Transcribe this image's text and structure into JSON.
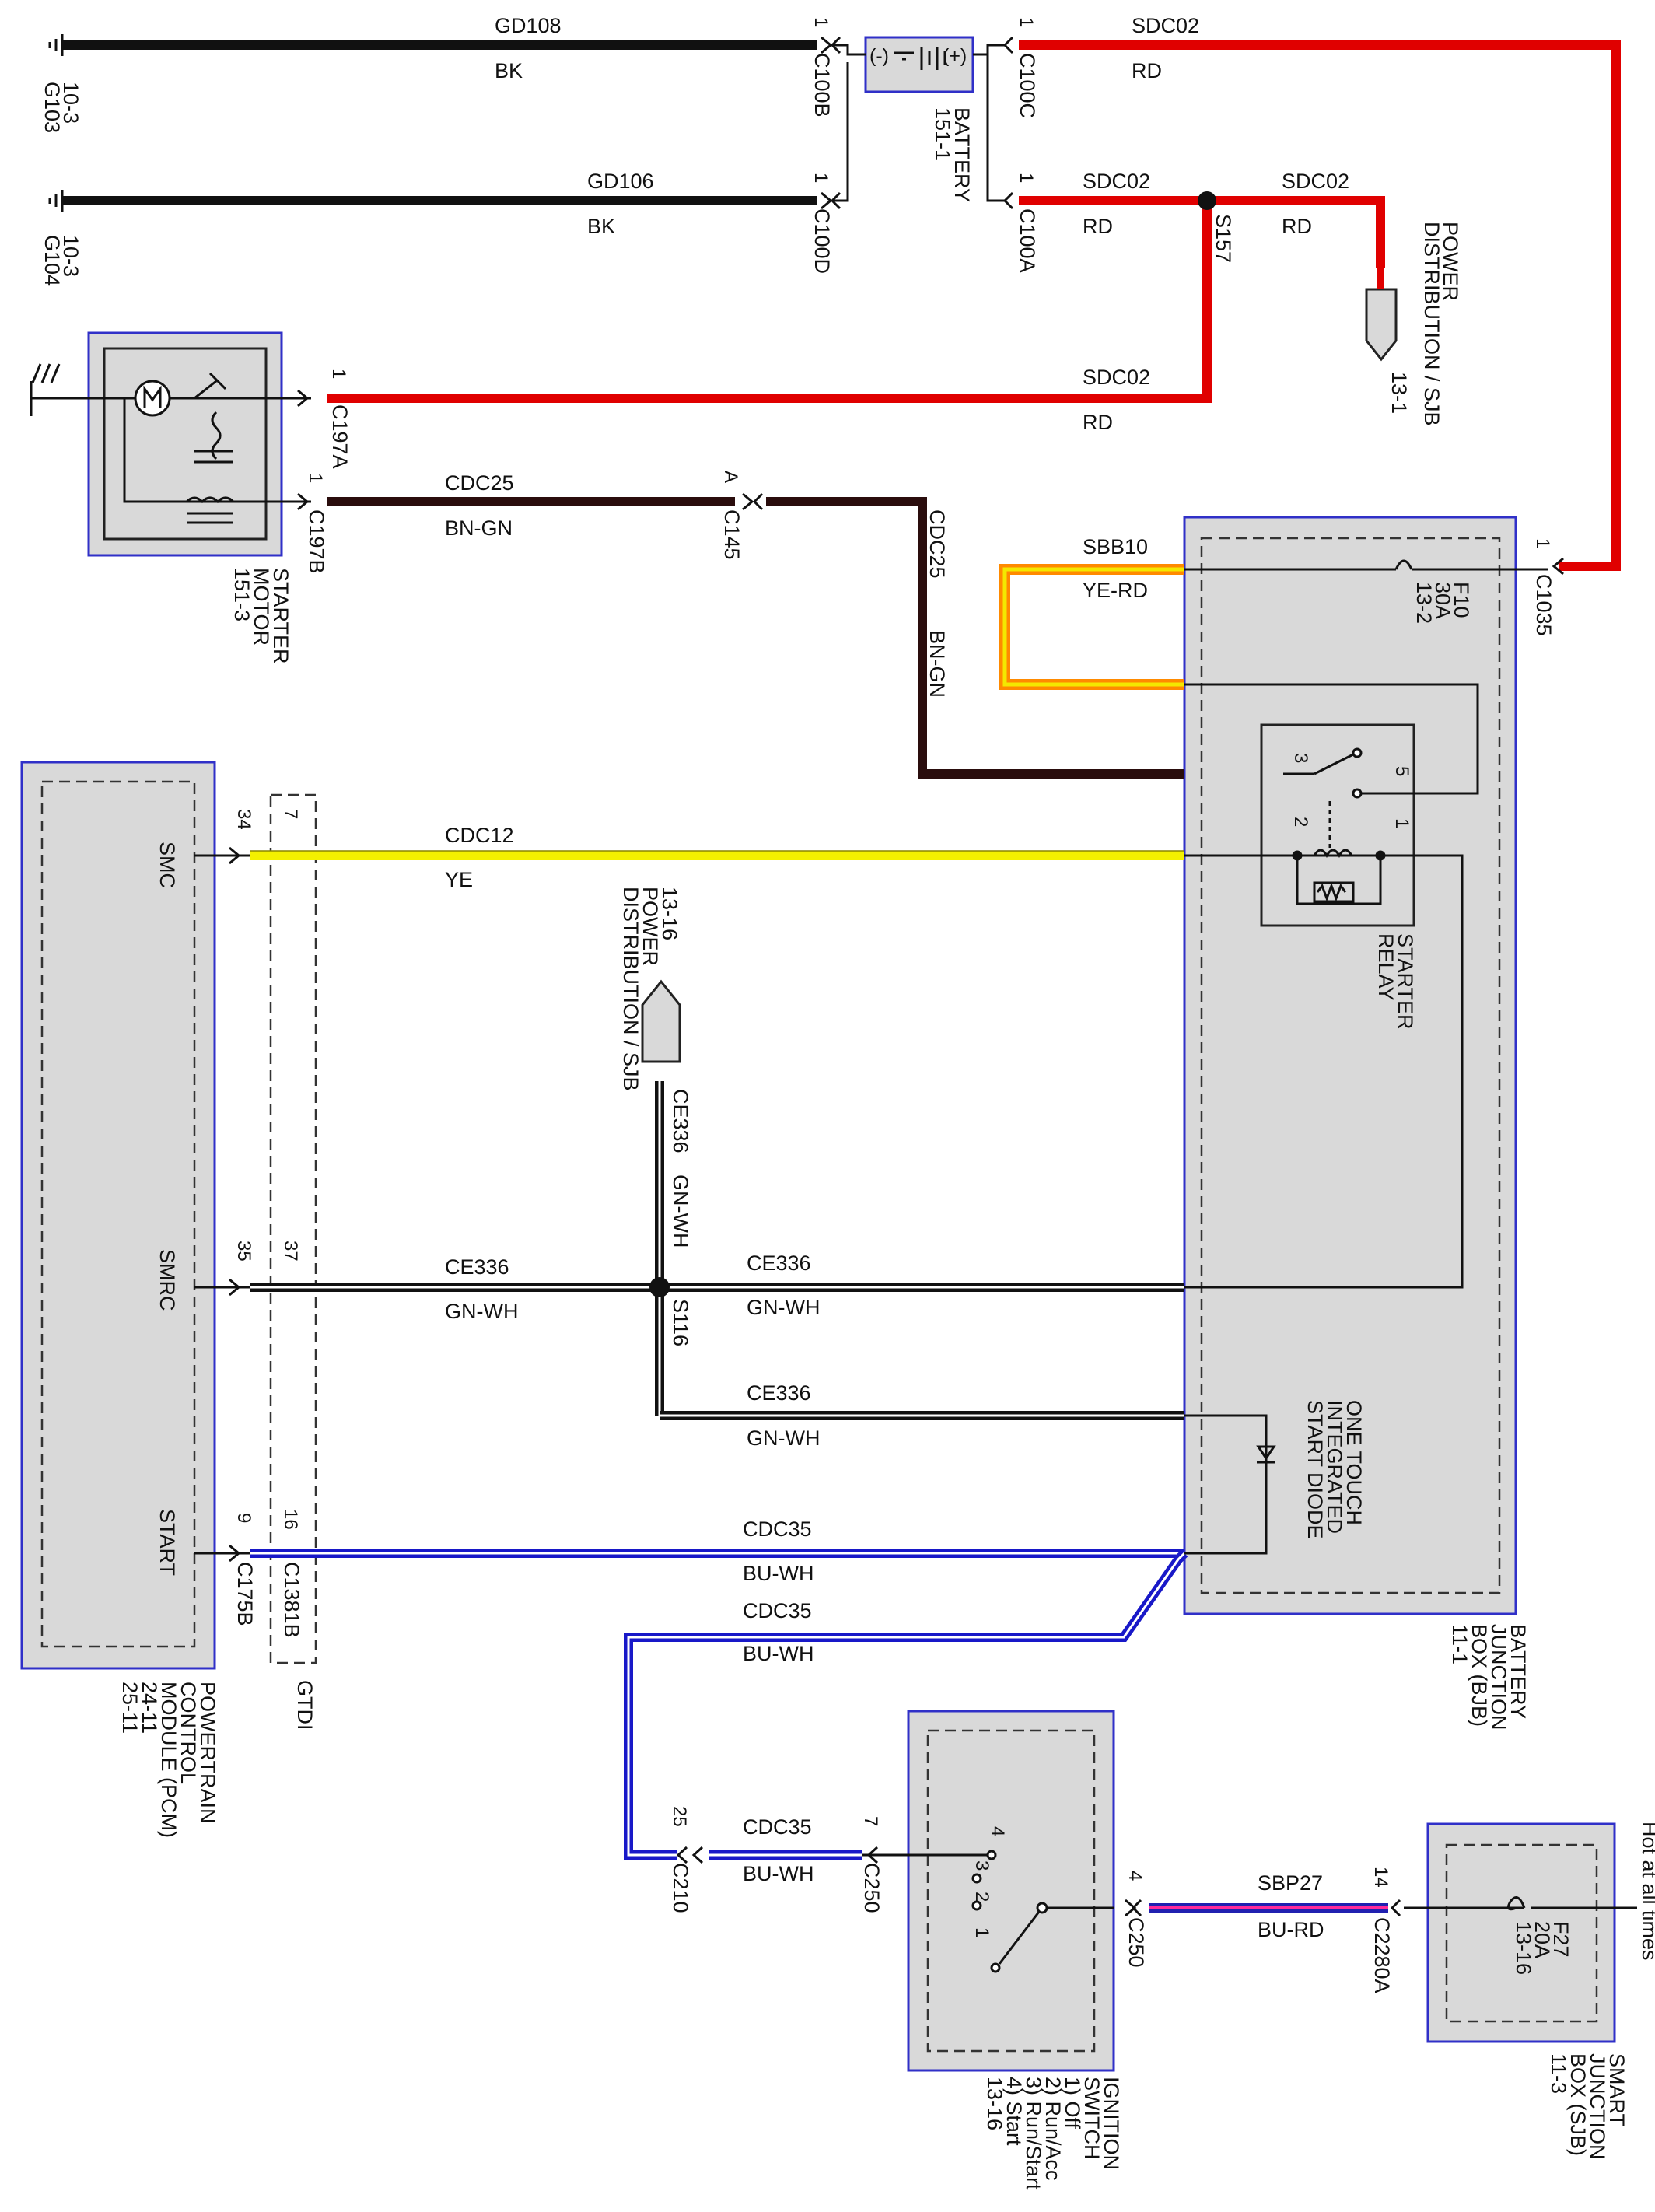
{
  "colors": {
    "black": "#111111",
    "red": "#e00000",
    "brown": "#2a0d0d",
    "yellow": "#f3f000",
    "blue": "#1818c8",
    "pink": "#ff2a9a",
    "orange": "#ff8a00",
    "greenwhite": "#0f0f0f",
    "module_fill": "#d9d9d9",
    "module_border": "#3030c8"
  },
  "grounds": {
    "g103": "G103",
    "g103_page": "10-3",
    "g104": "G104",
    "g104_page": "10-3"
  },
  "battery": {
    "name": "BATTERY",
    "page": "151-1",
    "neg": "(-)",
    "pos": "(+)"
  },
  "starter_motor": {
    "name": "STARTER",
    "name2": "MOTOR",
    "page": "151-3"
  },
  "power_distribution_top": {
    "line1": "POWER",
    "line2": "DISTRIBUTION / SJB",
    "page": "13-1"
  },
  "power_distribution_mid": {
    "page": "13-16",
    "line1": "POWER",
    "line2": "DISTRIBUTION / SJB"
  },
  "bjb": {
    "line1": "BATTERY",
    "line2": "JUNCTION",
    "line3": "BOX (BJB)",
    "page": "11-1",
    "fuse": "F10",
    "fuse_amps": "30A",
    "fuse_page": "13-2"
  },
  "starter_relay": {
    "line1": "STARTER",
    "line2": "RELAY",
    "pin3": "3",
    "pin5": "5",
    "pin2": "2",
    "pin1": "1"
  },
  "diode": {
    "line1": "ONE TOUCH",
    "line2": "INTEGRATED",
    "line3": "START DIODE"
  },
  "pcm": {
    "line1": "POWERTRAIN",
    "line2": "CONTROL",
    "line3": "MODULE (PCM)",
    "page1": "24-11",
    "page2": "25-11",
    "smc": "SMC",
    "smrc": "SMRC",
    "start": "START"
  },
  "gtdi": "GTDI",
  "ignition": {
    "line1": "IGNITION",
    "line2": "SWITCH",
    "pos1": "1) Off",
    "pos2": "2) Run/Acc",
    "pos3": "3) Run/Start",
    "pos4": "4) Start",
    "page": "13-16",
    "n1": "1",
    "n2": "2",
    "n3": "3",
    "n4": "4"
  },
  "sjb": {
    "line1": "SMART",
    "line2": "JUNCTION",
    "line3": "BOX (SJB)",
    "page": "11-3",
    "fuse": "F27",
    "fuse_amps": "20A",
    "fuse_page": "13-16",
    "hot": "Hot at all times"
  },
  "wires": {
    "gd108": {
      "circuit": "GD108",
      "color": "BK"
    },
    "gd106": {
      "circuit": "GD106",
      "color": "BK"
    },
    "sdc02_a": {
      "circuit": "SDC02",
      "color": "RD"
    },
    "sdc02_b": {
      "circuit": "SDC02",
      "color": "RD"
    },
    "sdc02_c": {
      "circuit": "SDC02",
      "color": "RD"
    },
    "sdc02_d": {
      "circuit": "SDC02",
      "color": "RD"
    },
    "cdc25_a": {
      "circuit": "CDC25",
      "color": "BN-GN"
    },
    "cdc25_b": {
      "circuit": "CDC25",
      "color": "BN-GN"
    },
    "sbb10": {
      "circuit": "SBB10",
      "color": "YE-RD"
    },
    "cdc12": {
      "circuit": "CDC12",
      "color": "YE"
    },
    "ce336_v": {
      "circuit": "CE336",
      "color": "GN-WH"
    },
    "ce336_l": {
      "circuit": "CE336",
      "color": "GN-WH"
    },
    "ce336_r": {
      "circuit": "CE336",
      "color": "GN-WH"
    },
    "ce336_d": {
      "circuit": "CE336",
      "color": "GN-WH"
    },
    "cdc35_a": {
      "circuit": "CDC35",
      "color": "BU-WH"
    },
    "cdc35_b": {
      "circuit": "CDC35",
      "color": "BU-WH"
    },
    "cdc35_c": {
      "circuit": "CDC35",
      "color": "BU-WH"
    },
    "sbp27": {
      "circuit": "SBP27",
      "color": "BU-RD"
    }
  },
  "connectors": {
    "c100b": "C100B",
    "c100d": "C100D",
    "c100c": "C100C",
    "c100a": "C100A",
    "c197a": "C197A",
    "c197b": "C197B",
    "c145": "C145",
    "c1035": "C1035",
    "c175b": "C175B",
    "c1381b": "C1381B",
    "c210": "C210",
    "c250a": "C250",
    "c250b": "C250",
    "c2280a": "C2280A"
  },
  "splices": {
    "s157": "S157",
    "s116": "S116"
  },
  "pins": {
    "c100b": "1",
    "c100d": "1",
    "c100c": "1",
    "c100a": "1",
    "c197a": "1",
    "c197b": "1",
    "c145": "A",
    "c1035": "1",
    "smc_pcm": "34",
    "smc_gtdi": "7",
    "smrc_pcm": "35",
    "smrc_gtdi": "37",
    "start_pcm": "9",
    "start_gtdi": "16",
    "c210": "25",
    "c250a": "7",
    "c250b": "4",
    "c2280a": "14"
  }
}
